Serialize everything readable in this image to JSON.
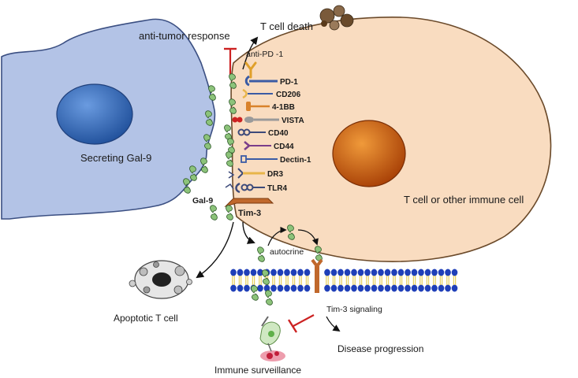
{
  "labels": {
    "secreting": "Secreting Gal-9",
    "t_cell": "T cell or other immune cell",
    "anti_tumor": "anti-tumor response",
    "t_cell_death": "T cell death",
    "anti_pd1": "anti-PD -1",
    "gal9": "Gal-9",
    "tim3": "Tim-3",
    "autocrine": "autocrine",
    "tim3_signaling": "Tim-3 signaling",
    "apoptotic": "Apoptotic T cell",
    "immune_surveillance": "Immune surveillance",
    "disease_progression": "Disease progression"
  },
  "receptors": [
    {
      "label": "PD-1",
      "color": "#3b5ba5"
    },
    {
      "label": "CD206",
      "color": "#e8b54a"
    },
    {
      "label": "4-1BB",
      "color": "#d9822b"
    },
    {
      "label": "VISTA",
      "color": "#9a9a9a"
    },
    {
      "label": "CD40",
      "color": "#3d4a7a"
    },
    {
      "label": "CD44",
      "color": "#7a3d8a"
    },
    {
      "label": "Dectin-1",
      "color": "#3b5ba5"
    },
    {
      "label": "DR3",
      "color": "#e8b54a"
    },
    {
      "label": "TLR4",
      "color": "#3d4a7a"
    }
  ],
  "colors": {
    "secreting_cell": "#b3c3e6",
    "secreting_nucleus": "#3d72c4",
    "t_cell": "#f9dcc0",
    "t_nucleus": "#d0620f",
    "gal9": "#8cc37a",
    "tim3": "#c0682c",
    "inhibit": "#cc2222",
    "membrane": "#1f3fb8"
  }
}
